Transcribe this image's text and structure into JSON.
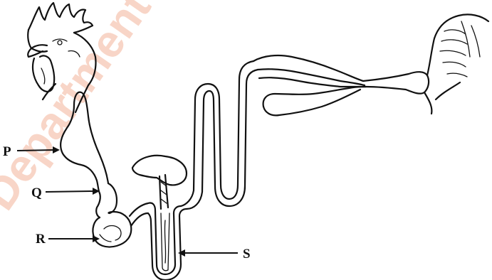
{
  "watermark": {
    "text": "Department",
    "color": "#f4b49a"
  },
  "labels": {
    "P": "P",
    "Q": "Q",
    "R": "R",
    "S": "S"
  },
  "colors": {
    "ink": "#111111",
    "background": "#ffffff"
  }
}
